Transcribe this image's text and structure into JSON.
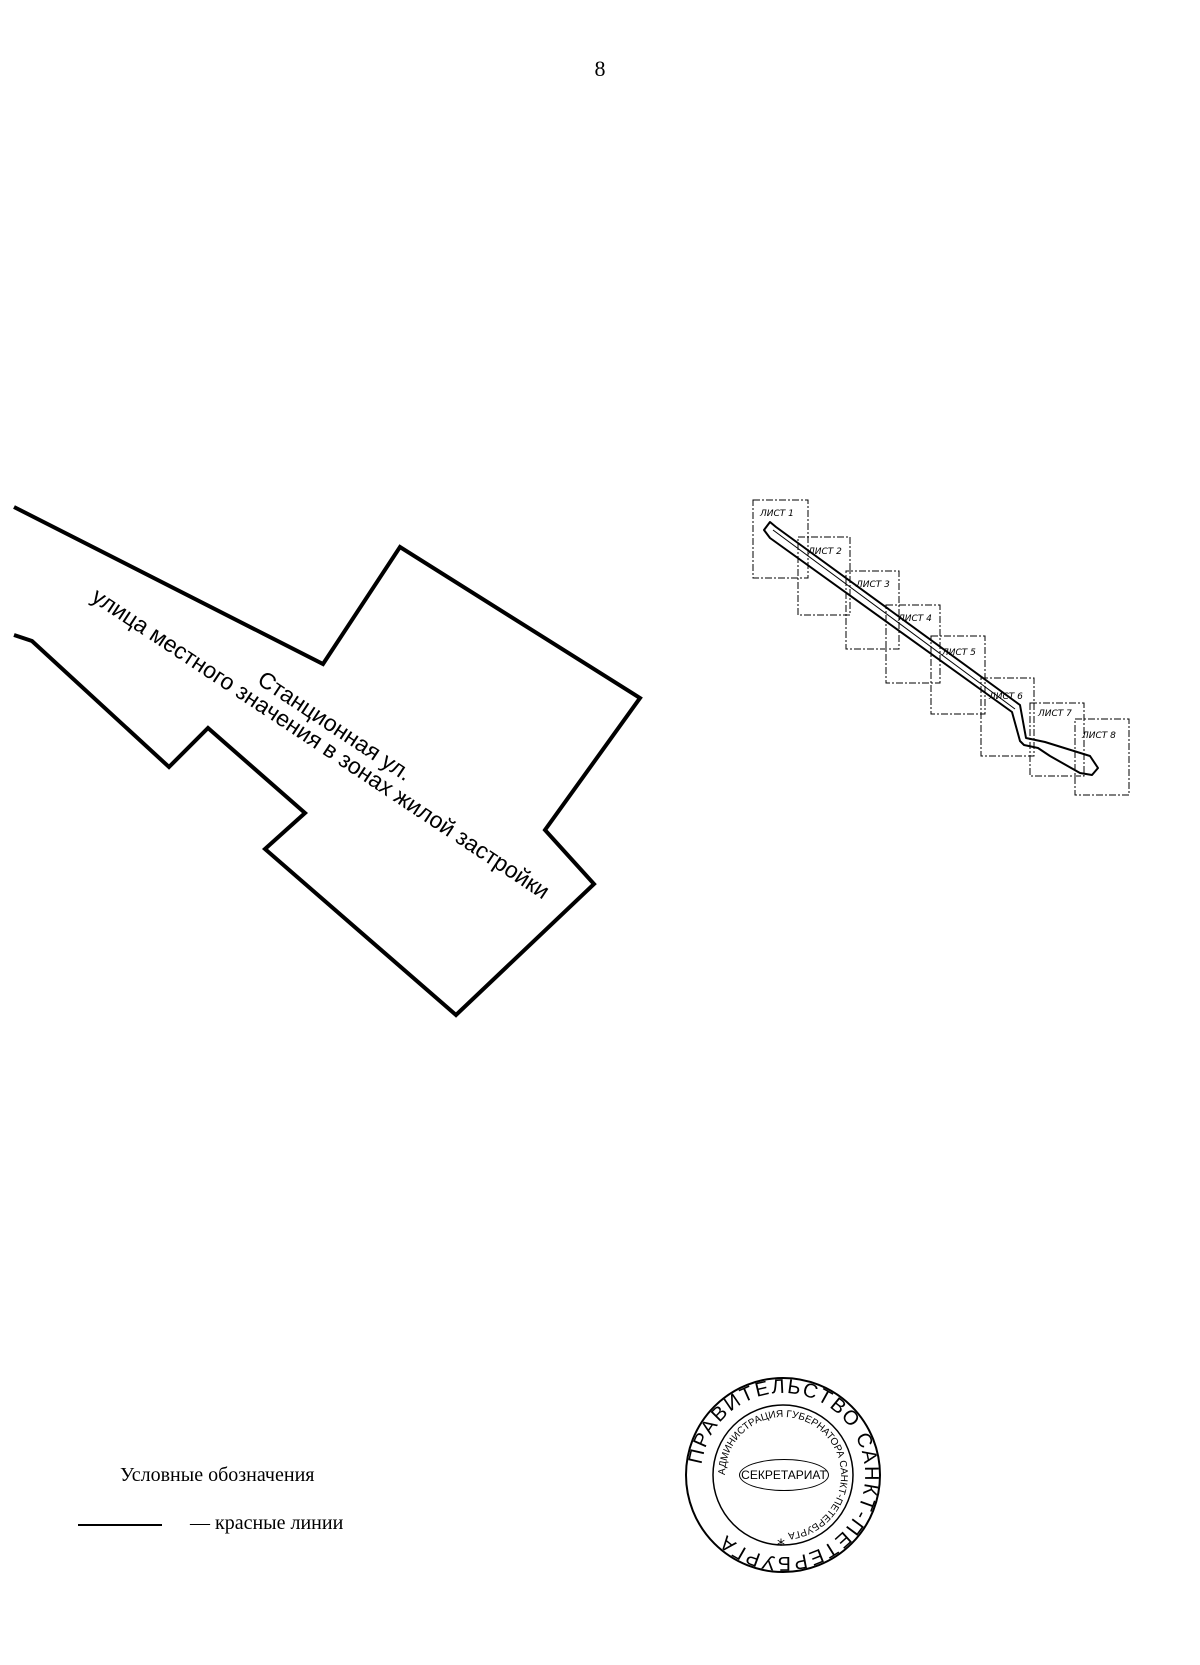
{
  "page": {
    "number": "8"
  },
  "map": {
    "street_name": "Станционная ул.",
    "street_type": "улица местного значения в зонах жилой застройки"
  },
  "key_map": {
    "sheets": [
      {
        "label": "ЛИСТ 1"
      },
      {
        "label": "ЛИСТ 2"
      },
      {
        "label": "ЛИСТ 3"
      },
      {
        "label": "ЛИСТ 4"
      },
      {
        "label": "ЛИСТ 5"
      },
      {
        "label": "ЛИСТ 6"
      },
      {
        "label": "ЛИСТ 7"
      },
      {
        "label": "ЛИСТ 8"
      }
    ]
  },
  "legend": {
    "title": "Условные обозначения",
    "red_lines_label": "— красные линии"
  },
  "stamp": {
    "ring_text": "ПРАВИТЕЛЬСТВО САНКТ-ПЕТЕРБУРГА",
    "inner_ring_text": "АДМИНИСТРАЦИЯ ГУБЕРНАТОРА САНКТ-ПЕТЕРБУРГА",
    "center_text": "СЕКРЕТАРИАТ",
    "star": "*"
  }
}
